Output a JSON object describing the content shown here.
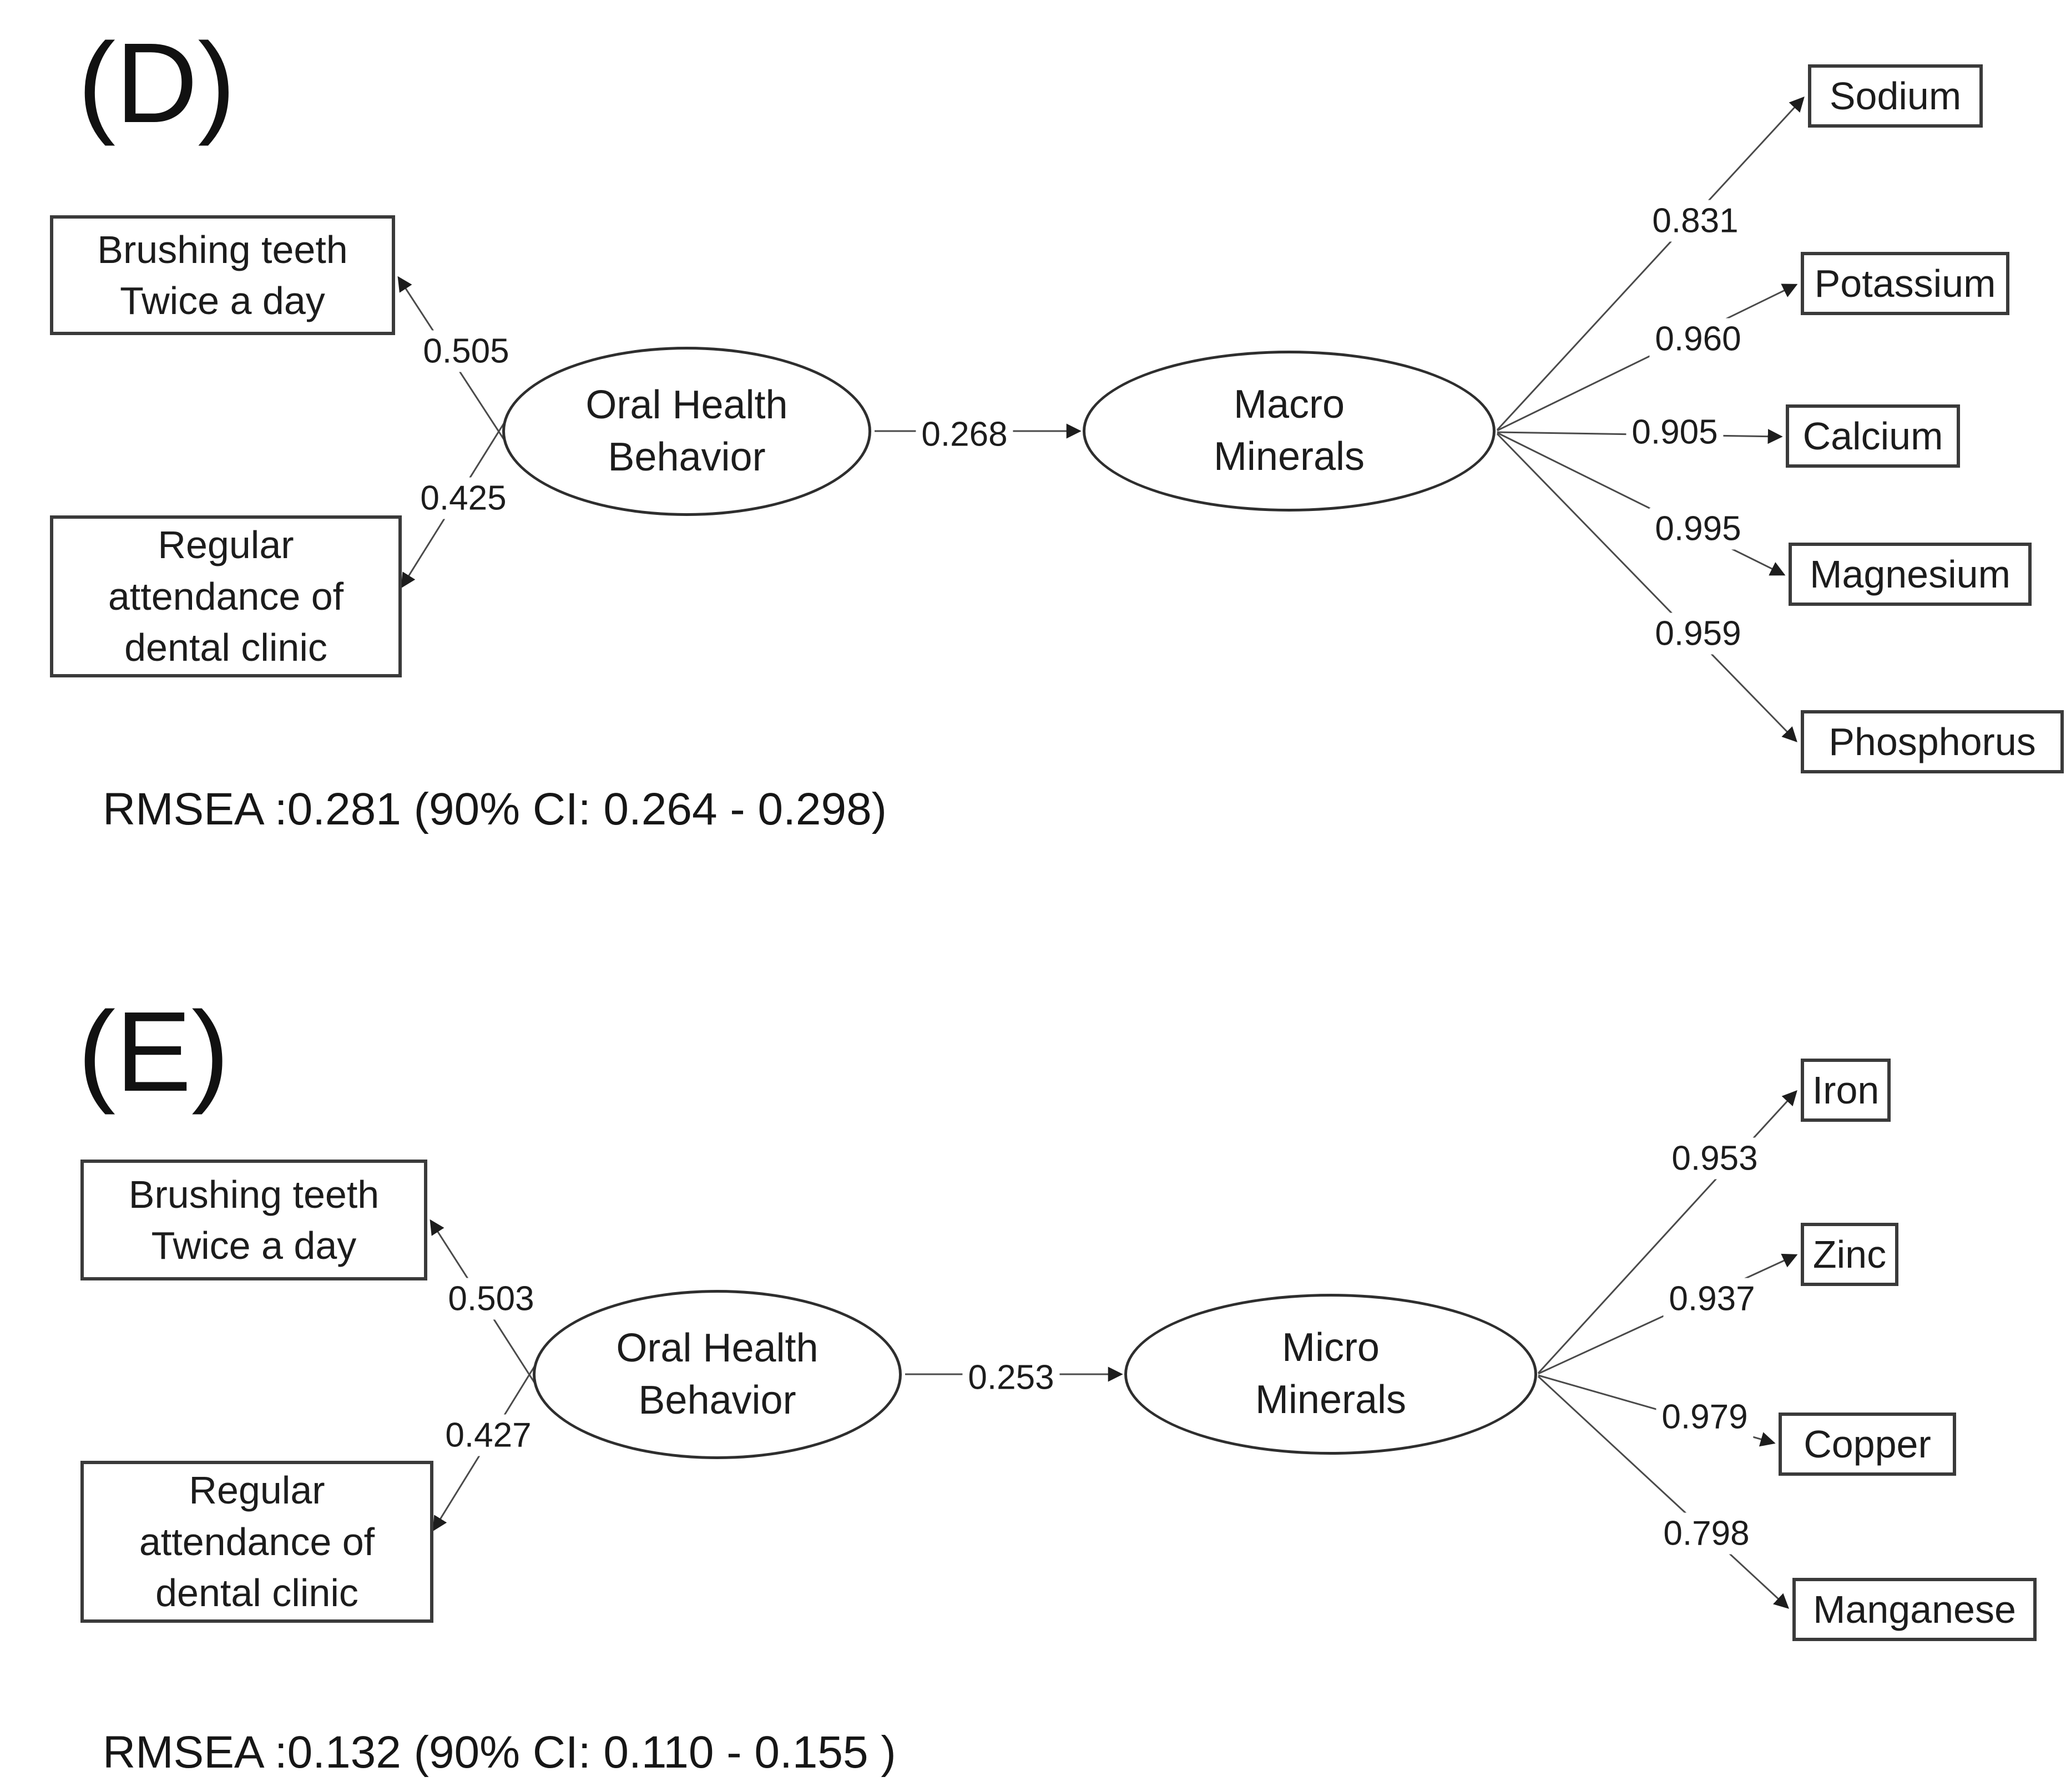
{
  "figure": {
    "background": "#ffffff",
    "line_color": "#4a4a4a",
    "panels": [
      {
        "panel_label": "(D)",
        "left_indicators": [
          {
            "text": "Brushing teeth\nTwice a day",
            "loading": "0.505"
          },
          {
            "text": "Regular\nattendance of\ndental clinic",
            "loading": "0.425"
          }
        ],
        "latent_predictor": "Oral Health\nBehavior",
        "path_coefficient": "0.268",
        "latent_outcome": "Macro\nMinerals",
        "right_indicators": [
          {
            "text": "Sodium",
            "loading": "0.831"
          },
          {
            "text": "Potassium",
            "loading": "0.960"
          },
          {
            "text": "Calcium",
            "loading": "0.905"
          },
          {
            "text": "Magnesium",
            "loading": "0.995"
          },
          {
            "text": "Phosphorus",
            "loading": "0.959"
          }
        ],
        "fit_statistic": "RMSEA :0.281 (90% CI: 0.264 - 0.298)"
      },
      {
        "panel_label": "(E)",
        "left_indicators": [
          {
            "text": "Brushing teeth\nTwice a day",
            "loading": "0.503"
          },
          {
            "text": "Regular\nattendance of\ndental clinic",
            "loading": "0.427"
          }
        ],
        "latent_predictor": "Oral Health\nBehavior",
        "path_coefficient": "0.253",
        "latent_outcome": "Micro\nMinerals",
        "right_indicators": [
          {
            "text": "Iron",
            "loading": "0.953"
          },
          {
            "text": "Zinc",
            "loading": "0.937"
          },
          {
            "text": "Copper",
            "loading": "0.979"
          },
          {
            "text": "Manganese",
            "loading": "0.798"
          }
        ],
        "fit_statistic": "RMSEA :0.132 (90% CI: 0.110 - 0.155 )"
      }
    ]
  }
}
